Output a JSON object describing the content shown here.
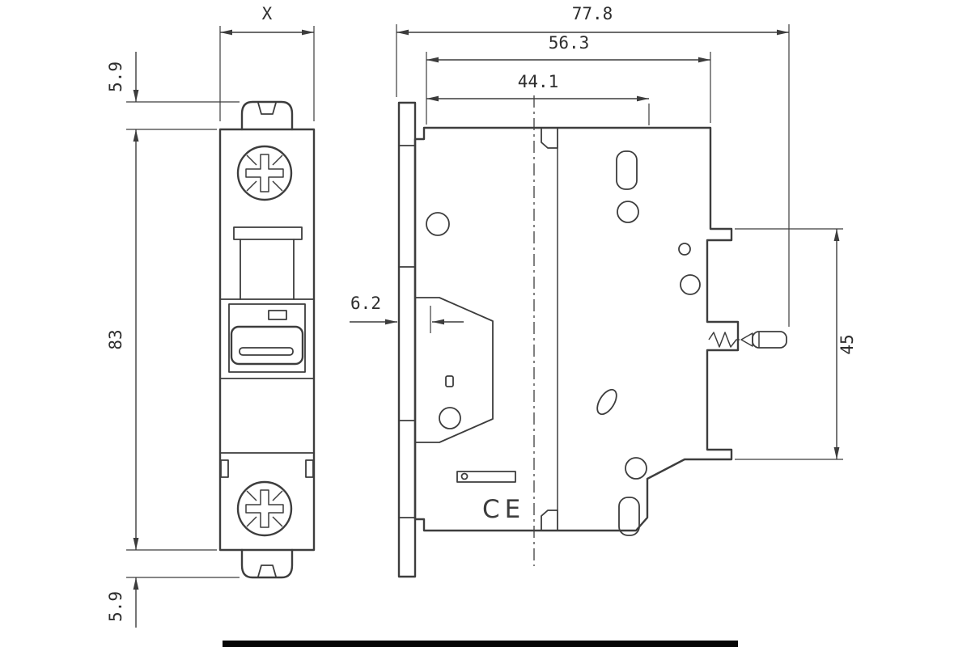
{
  "labels": {
    "width": "X",
    "top_clip_height": "5.9",
    "body_height": "83",
    "bottom_clip_height": "5.9",
    "total_depth": "77.8",
    "upper_depth": "56.3",
    "inner_depth": "44.1",
    "front_offset": "6.2",
    "rail_height": "45",
    "ce_mark": "CE"
  },
  "colors": {
    "line": "#3d3d3d",
    "dimension": "#3c3c3c",
    "label": "#2e2e2e",
    "bottom_bar": "#060606",
    "background": "#ffffff"
  }
}
